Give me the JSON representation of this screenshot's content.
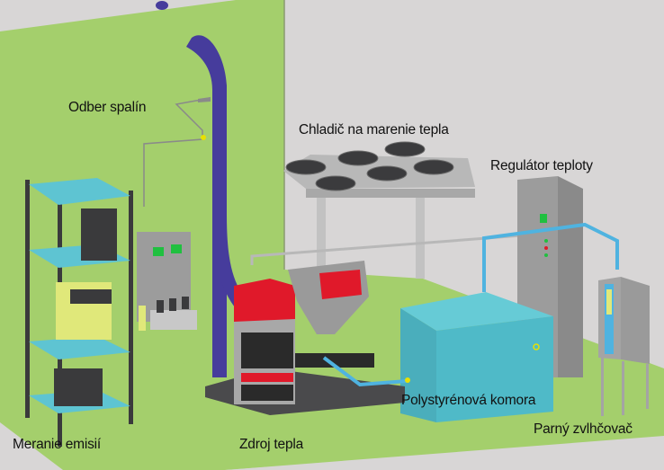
{
  "diagram": {
    "title": "Experimentálne zariadenie – schéma",
    "colors": {
      "green_wall": "#a4cf6c",
      "grey_wall": "#d8d6d6",
      "chimney": "#463c9c",
      "shelf": "#5ec4d2",
      "boiler_red": "#e0192a",
      "chamber": "#4fbac8",
      "pipe_blue": "#4fb3e0",
      "equipment_grey": "#9c9c9c",
      "dark": "#3a3a3c",
      "analyzer_yellow": "#e0e87a"
    },
    "labels": {
      "flue_gas_sampling": "Odber spalín",
      "heat_dissipation_cooler": "Chladič na marenie tepla",
      "temperature_regulator": "Regulátor teploty",
      "emission_measurement": "Meranie emisií",
      "heat_source": "Zdroj tepla",
      "polystyrene_chamber": "Polystyrénová komora",
      "steam_humidifier": "Parný zvlhčovač"
    }
  }
}
